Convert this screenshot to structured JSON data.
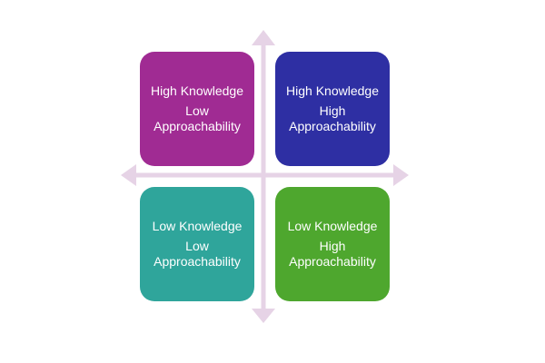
{
  "colors": {
    "axis": "#e6d3e6",
    "top_left": "#a02b93",
    "top_right": "#2e2fa3",
    "bottom_left": "#2fa59b",
    "bottom_right": "#4ea72e",
    "text": "#ffffff"
  },
  "quadrants": {
    "top_left": {
      "line1": "High Knowledge",
      "line2": "Low Approachability"
    },
    "top_right": {
      "line1": "High Knowledge",
      "line2": "High Approachability"
    },
    "bottom_left": {
      "line1": "Low Knowledge",
      "line2": "Low Approachability"
    },
    "bottom_right": {
      "line1": "Low Knowledge",
      "line2": "High Approachability"
    }
  }
}
